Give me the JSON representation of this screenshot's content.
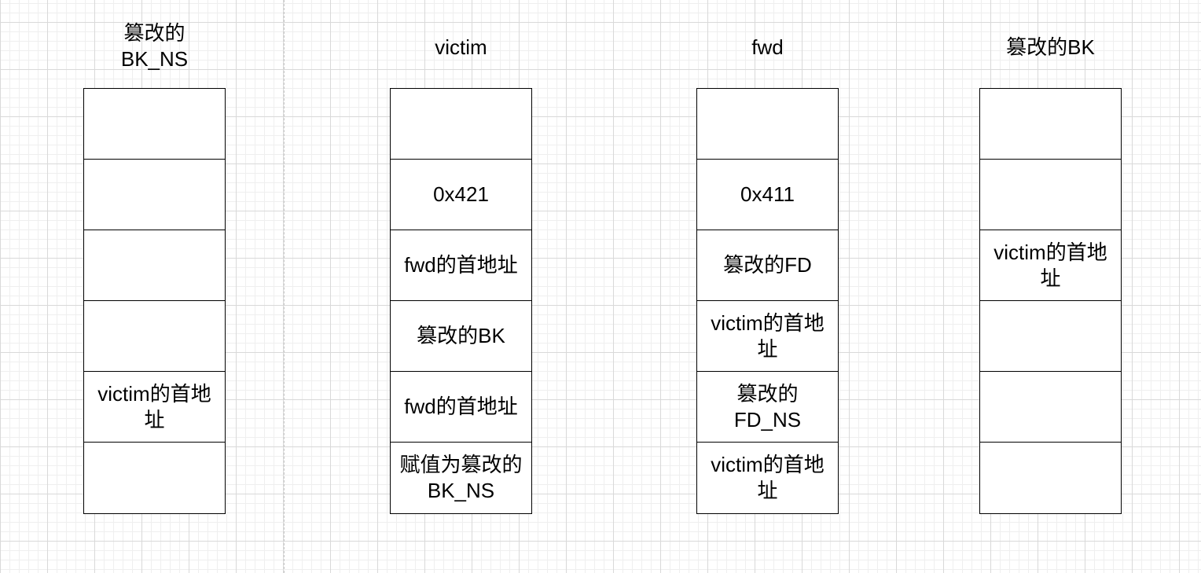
{
  "columns": [
    {
      "title": "篡改的\nBK_NS",
      "cells": [
        "",
        "",
        "",
        "",
        "victim的首地\n址",
        ""
      ]
    },
    {
      "title": "victim",
      "cells": [
        "",
        "0x421",
        "fwd的首地址",
        "篡改的BK",
        "fwd的首地址",
        "赋值为篡改的\nBK_NS"
      ]
    },
    {
      "title": "fwd",
      "cells": [
        "",
        "0x411",
        "篡改的FD",
        "victim的首地\n址",
        "篡改的\nFD_NS",
        "victim的首地\n址"
      ]
    },
    {
      "title": "篡改的BK",
      "cells": [
        "",
        "",
        "victim的首地\n址",
        "",
        "",
        ""
      ]
    }
  ]
}
